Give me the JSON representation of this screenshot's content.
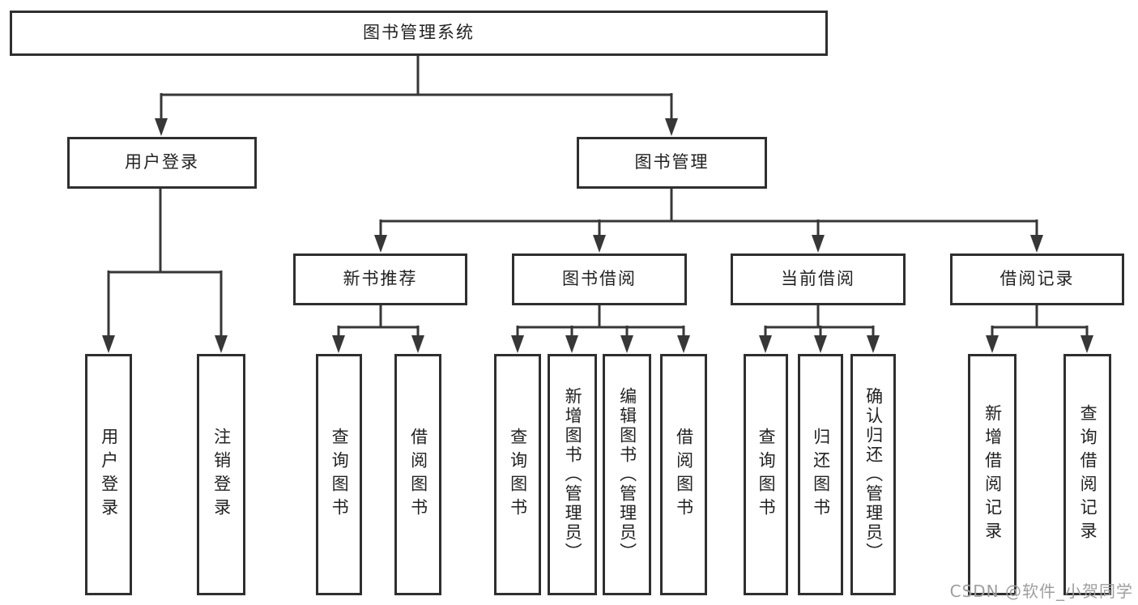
{
  "tree": {
    "label": "图书管理系统",
    "children": [
      {
        "label": "用户登录",
        "children": [
          {
            "label": "用户登录"
          },
          {
            "label": "注销登录"
          }
        ]
      },
      {
        "label": "图书管理",
        "children": [
          {
            "label": "新书推荐",
            "children": [
              {
                "label": "查询图书"
              },
              {
                "label": "借阅图书"
              }
            ]
          },
          {
            "label": "图书借阅",
            "children": [
              {
                "label": "查询图书"
              },
              {
                "label": "新增图书（管理员）"
              },
              {
                "label": "编辑图书（管理员）"
              },
              {
                "label": "借阅图书"
              }
            ]
          },
          {
            "label": "当前借阅",
            "children": [
              {
                "label": "查询图书"
              },
              {
                "label": "归还图书"
              },
              {
                "label": "确认归还（管理员）"
              }
            ]
          },
          {
            "label": "借阅记录",
            "children": [
              {
                "label": "新增借阅记录"
              },
              {
                "label": "查询借阅记录"
              }
            ]
          }
        ]
      }
    ]
  },
  "watermark": {
    "text": "CSDN @软件_小贺同学"
  },
  "colors": {
    "line": "#373737",
    "box_border": "#2f2f2f",
    "text": "#222222",
    "watermark": "#9e9e9e",
    "background": "#ffffff"
  }
}
